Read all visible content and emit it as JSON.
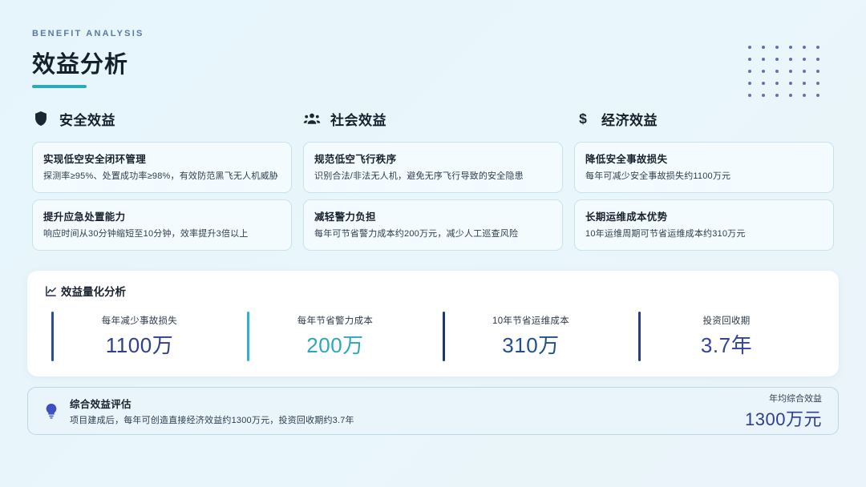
{
  "header": {
    "eyebrow": "BENEFIT ANALYSIS",
    "title": "效益分析"
  },
  "colors": {
    "accent_teal": "#2fa9b8",
    "accent_navy": "#2f3f8f",
    "page_bg": "#e6f5fc",
    "card_bg": "#f4fbfe",
    "card_border": "#c9e2ef"
  },
  "columns": [
    {
      "icon": "shield-icon",
      "title": "安全效益",
      "cards": [
        {
          "title": "实现低空安全闭环管理",
          "text": "探测率≥95%、处置成功率≥98%，有效防范黑飞无人机威胁"
        },
        {
          "title": "提升应急处置能力",
          "text": "响应时间从30分钟缩短至10分钟，效率提升3倍以上"
        }
      ]
    },
    {
      "icon": "people-group-icon",
      "title": "社会效益",
      "cards": [
        {
          "title": "规范低空飞行秩序",
          "text": "识别合法/非法无人机，避免无序飞行导致的安全隐患"
        },
        {
          "title": "减轻警力负担",
          "text": "每年可节省警力成本约200万元，减少人工巡查风险"
        }
      ]
    },
    {
      "icon": "dollar-sign-icon",
      "title": "经济效益",
      "cards": [
        {
          "title": "降低安全事故损失",
          "text": "每年可减少安全事故损失约1100万元"
        },
        {
          "title": "长期运维成本优势",
          "text": "10年运维周期可节省运维成本约310万元"
        }
      ]
    }
  ],
  "quant": {
    "icon": "line-chart-icon",
    "title": "效益量化分析",
    "metrics": [
      {
        "label": "每年减少事故损失",
        "value": "1100万",
        "color": "#2f3f8f",
        "bar_color": "#2f4e8f"
      },
      {
        "label": "每年节省警力成本",
        "value": "200万",
        "color": "#2aa8ba",
        "bar_color": "#2fb3cd"
      },
      {
        "label": "10年节省运维成本",
        "value": "310万",
        "color": "#1f4f91",
        "bar_color": "#183a6b"
      },
      {
        "label": "投资回收期",
        "value": "3.7年",
        "color": "#3243a0",
        "bar_color": "#2a3f7e"
      }
    ]
  },
  "summary": {
    "icon": "lightbulb-icon",
    "title": "综合效益评估",
    "text": "项目建成后，每年可创造直接经济效益约1300万元，投资回收期约3.7年",
    "kicker": "年均综合效益",
    "amount": "1300万元"
  },
  "chart_data": {
    "type": "table",
    "title": "效益量化分析",
    "categories": [
      "每年减少事故损失",
      "每年节省警力成本",
      "10年节省运维成本",
      "投资回收期"
    ],
    "values": [
      1100,
      200,
      310,
      3.7
    ],
    "value_labels": [
      "1100万",
      "200万",
      "310万",
      "3.7年"
    ],
    "units": [
      "万元",
      "万元",
      "万元",
      "年"
    ],
    "annotations": [
      "年均综合效益 1300万元"
    ]
  }
}
